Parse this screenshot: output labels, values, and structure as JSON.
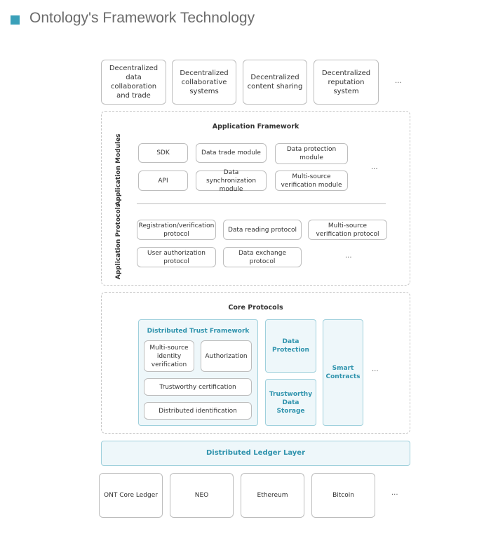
{
  "title": "Ontology's Framework Technology",
  "applications": [
    "Decentralized data collaboration and trade",
    "Decentralized collaborative systems",
    "Decentralized content sharing",
    "Decentralized reputation system"
  ],
  "ellipsis": "...",
  "app_framework": {
    "title": "Application Framework",
    "modules_label": "Application Modules",
    "protocols_label": "Application Protocols",
    "modules": [
      "SDK",
      "Data trade module",
      "Data protection module",
      "API",
      "Data synchronization module",
      "Multi-source verification module"
    ],
    "protocols": [
      "Registration/verification protocol",
      "Data reading protocol",
      "Multi-source verification protocol",
      "User authorization protocol",
      "Data exchange protocol"
    ]
  },
  "core": {
    "title": "Core Protocols",
    "dtf_title": "Distributed Trust Framework",
    "dtf_items": [
      "Multi-source identity verification",
      "Authorization",
      "Trustworthy certification",
      "Distributed identification"
    ],
    "data_protection": "Data Protection",
    "trustworthy_storage": "Trustworthy Data Storage",
    "smart_contracts": "Smart Contracts"
  },
  "ledger_layer": "Distributed Ledger Layer",
  "ledgers": [
    "ONT Core Ledger",
    "NEO",
    "Ethereum",
    "Bitcoin"
  ],
  "colors": {
    "accent": "#3aa0b9",
    "teal_text": "#2f93ad",
    "teal_fill": "#eef7fa",
    "teal_border": "#9fd0dc"
  }
}
